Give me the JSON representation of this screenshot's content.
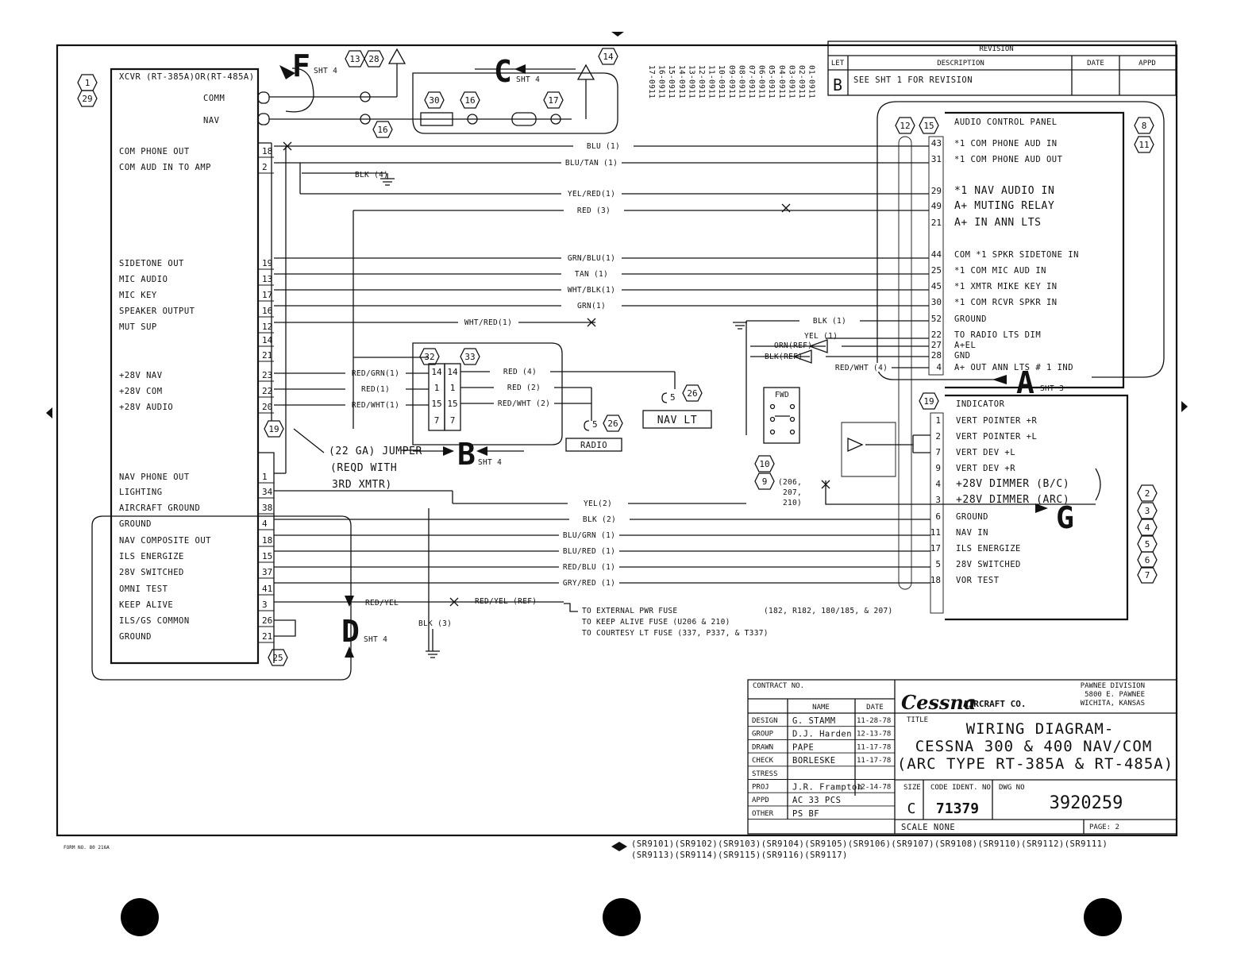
{
  "page": {
    "form_no": "FORM NO. 80 216A"
  },
  "revision": {
    "header": "REVISION",
    "cols": [
      "LET",
      "DESCRIPTION",
      "DATE",
      "APPD"
    ],
    "letter": "B",
    "description": "SEE SHT 1 FOR REVISION"
  },
  "serial_column": [
    "17-0911",
    "16-0911",
    "15-0911",
    "14-0911",
    "13-0911",
    "12-0911",
    "11-0911",
    "10-0911",
    "09-0911",
    "08-0911",
    "07-0911",
    "06-0911",
    "05-0911",
    "04-0911",
    "03-0911",
    "02-0911",
    "01-0911"
  ],
  "xcvr": {
    "title": "XCVR (RT-385A)OR(RT-485A)",
    "comm": "COMM",
    "nav": "NAV",
    "pins": [
      {
        "label": "COM PHONE OUT",
        "pin": "18"
      },
      {
        "label": "COM AUD IN TO AMP",
        "pin": "2"
      },
      {
        "label": "SIDETONE OUT",
        "pin": "19"
      },
      {
        "label": "MIC AUDIO",
        "pin": "13"
      },
      {
        "label": "MIC KEY",
        "pin": "17"
      },
      {
        "label": "SPEAKER OUTPUT",
        "pin": "16"
      },
      {
        "label": "MUT SUP",
        "pin": "12"
      },
      {
        "label": "",
        "pin": "14"
      },
      {
        "label": "",
        "pin": "21"
      },
      {
        "label": "+28V NAV",
        "pin": "23"
      },
      {
        "label": "+28V COM",
        "pin": "22"
      },
      {
        "label": "+28V AUDIO",
        "pin": "20"
      },
      {
        "label": "NAV PHONE OUT",
        "pin": "1"
      },
      {
        "label": "LIGHTING",
        "pin": "34"
      },
      {
        "label": "AIRCRAFT GROUND",
        "pin": "38"
      },
      {
        "label": "GROUND",
        "pin": "4"
      },
      {
        "label": "NAV COMPOSITE OUT",
        "pin": "18"
      },
      {
        "label": "ILS ENERGIZE",
        "pin": "15"
      },
      {
        "label": "28V SWITCHED",
        "pin": "37"
      },
      {
        "label": "OMNI TEST",
        "pin": "41"
      },
      {
        "label": "KEEP ALIVE",
        "pin": "3"
      },
      {
        "label": "ILS/GS COMMON",
        "pin": "26"
      },
      {
        "label": "GROUND",
        "pin": "21"
      }
    ]
  },
  "audio_panel": {
    "title": "AUDIO CONTROL PANEL",
    "pins": [
      {
        "pin": "43",
        "label": "*1 COM PHONE AUD IN"
      },
      {
        "pin": "31",
        "label": "*1 COM PHONE AUD OUT"
      },
      {
        "pin": "29",
        "label": "*1 NAV AUDIO IN"
      },
      {
        "pin": "49",
        "label": "A+ MUTING RELAY"
      },
      {
        "pin": "21",
        "label": "A+ IN ANN LTS"
      },
      {
        "pin": "44",
        "label": "COM *1 SPKR SIDETONE IN"
      },
      {
        "pin": "25",
        "label": "*1 COM MIC AUD IN"
      },
      {
        "pin": "45",
        "label": "*1 XMTR MIKE KEY IN"
      },
      {
        "pin": "30",
        "label": "*1 COM RCVR SPKR IN"
      },
      {
        "pin": "52",
        "label": "GROUND"
      },
      {
        "pin": "22",
        "label": "TO RADIO LTS DIM"
      },
      {
        "pin": "27",
        "label": "A+EL"
      },
      {
        "pin": "28",
        "label": "GND"
      },
      {
        "pin": "4",
        "label": "A+ OUT ANN LTS # 1 IND"
      }
    ]
  },
  "indicator": {
    "title": "INDICATOR",
    "pins": [
      {
        "pin": "1",
        "label": "VERT POINTER +R"
      },
      {
        "pin": "2",
        "label": "VERT POINTER +L"
      },
      {
        "pin": "7",
        "label": "VERT DEV +L"
      },
      {
        "pin": "9",
        "label": "VERT DEV +R"
      },
      {
        "pin": "4",
        "label": "+28V DIMMER (B/C)"
      },
      {
        "pin": "3",
        "label": "+28V DIMMER (ARC)"
      },
      {
        "pin": "6",
        "label": "GROUND"
      },
      {
        "pin": "11",
        "label": "NAV IN"
      },
      {
        "pin": "17",
        "label": "ILS ENERGIZE"
      },
      {
        "pin": "5",
        "label": "28V SWITCHED"
      },
      {
        "pin": "18",
        "label": "VOR TEST"
      }
    ]
  },
  "wires": {
    "blu1": "BLU (1)",
    "blutan1": "BLU/TAN (1)",
    "blk4": "BLK (4)",
    "yelred1": "YEL/RED(1)",
    "red3": "RED (3)",
    "grnblu1": "GRN/BLU(1)",
    "tan1": "TAN (1)",
    "whtblk1": "WHT/BLK(1)",
    "grn1": "GRN(1)",
    "whtred1": "WHT/RED(1)",
    "blk1": "BLK (1)",
    "yel1": "YEL (1)",
    "orn": "ORN(REF)",
    "blkref": "BLK(REF)",
    "redwht4": "RED/WHT (4)",
    "redgrn1": "RED/GRN(1)",
    "red1": "RED(1)",
    "redwht1": "RED/WHT(1)",
    "red4": "RED (4)",
    "red2": "RED (2)",
    "redwht2": "RED/WHT (2)",
    "yel2": "YEL(2)",
    "blk2": "BLK (2)",
    "blugrn1": "BLU/GRN (1)",
    "blured1": "BLU/RED (1)",
    "redblu1": "RED/BLU (1)",
    "gryred1": "GRY/RED (1)",
    "redyel": "RED/YEL",
    "redyelref": "RED/YEL (REF)",
    "blk3": "BLK (3)"
  },
  "notes": {
    "jumper": [
      "(22 GA) JUMPER",
      "(REQD WITH",
      "3RD XMTR)"
    ],
    "ext": [
      "TO EXTERNAL PWR FUSE",
      "TO KEEP ALIVE FUSE (U206 & 210)",
      "TO COURTESY LT FUSE (337, P337, & T337)"
    ],
    "models": "(182, R182, 180/185, & 207)",
    "models2": [
      "(206,",
      "207,",
      "210)"
    ],
    "radio": "RADIO",
    "navlt": "NAV LT",
    "fwd": "FWD"
  },
  "refs": {
    "F": "F",
    "C": "C",
    "B": "B",
    "D": "D",
    "A": "A",
    "G": "G",
    "sht4": "SHT 4",
    "sht3": "SHT 3"
  },
  "circles": [
    "1",
    "29",
    "13",
    "28",
    "14",
    "30",
    "16",
    "17",
    "16",
    "12",
    "15",
    "8",
    "11",
    "32",
    "33",
    "26",
    "26",
    "19",
    "19",
    "10",
    "9",
    "25",
    "2",
    "3",
    "4",
    "5",
    "6",
    "7"
  ],
  "title_block": {
    "contract": "CONTRACT NO.",
    "name_h": "NAME",
    "date_h": "DATE",
    "rows": [
      {
        "role": "DESIGN",
        "name": "G. STAMM",
        "date": "11-28-78"
      },
      {
        "role": "GROUP",
        "name": "D.J. Harden",
        "date": "12-13-78"
      },
      {
        "role": "DRAWN",
        "name": "PAPE",
        "date": "11-17-78"
      },
      {
        "role": "CHECK",
        "name": "BORLESKE",
        "date": "11-17-78"
      },
      {
        "role": "STRESS",
        "name": "",
        "date": ""
      },
      {
        "role": "PROJ",
        "name": "J.R. Frampton",
        "date": "12-14-78"
      },
      {
        "role": "APPD",
        "name": "AC 33 PCS",
        "date": ""
      },
      {
        "role": "OTHER",
        "name": "PS BF",
        "date": ""
      }
    ],
    "company": "Cessna",
    "company2": "AIRCRAFT CO.",
    "division": [
      "PAWNEE DIVISION",
      "5800 E. PAWNEE",
      "WICHITA, KANSAS"
    ],
    "title_h": "TITLE",
    "title": [
      "WIRING DIAGRAM-",
      "CESSNA 300 & 400 NAV/COM",
      "(ARC TYPE RT-385A & RT-485A)"
    ],
    "size_h": "SIZE",
    "size": "C",
    "code_h": "CODE IDENT. NO",
    "code": "71379",
    "dwg_h": "DWG NO",
    "dwg": "3920259",
    "scale": "SCALE NONE",
    "page": "PAGE: 2"
  },
  "effectivity": [
    "(SR9101)(SR9102)(SR9103)(SR9104)(SR9105)(SR9106)(SR9107)(SR9108)(SR9110)(SR9112)(SR9111)",
    "(SR9113)(SR9114)(SR9115)(SR9116)(SR9117)"
  ]
}
